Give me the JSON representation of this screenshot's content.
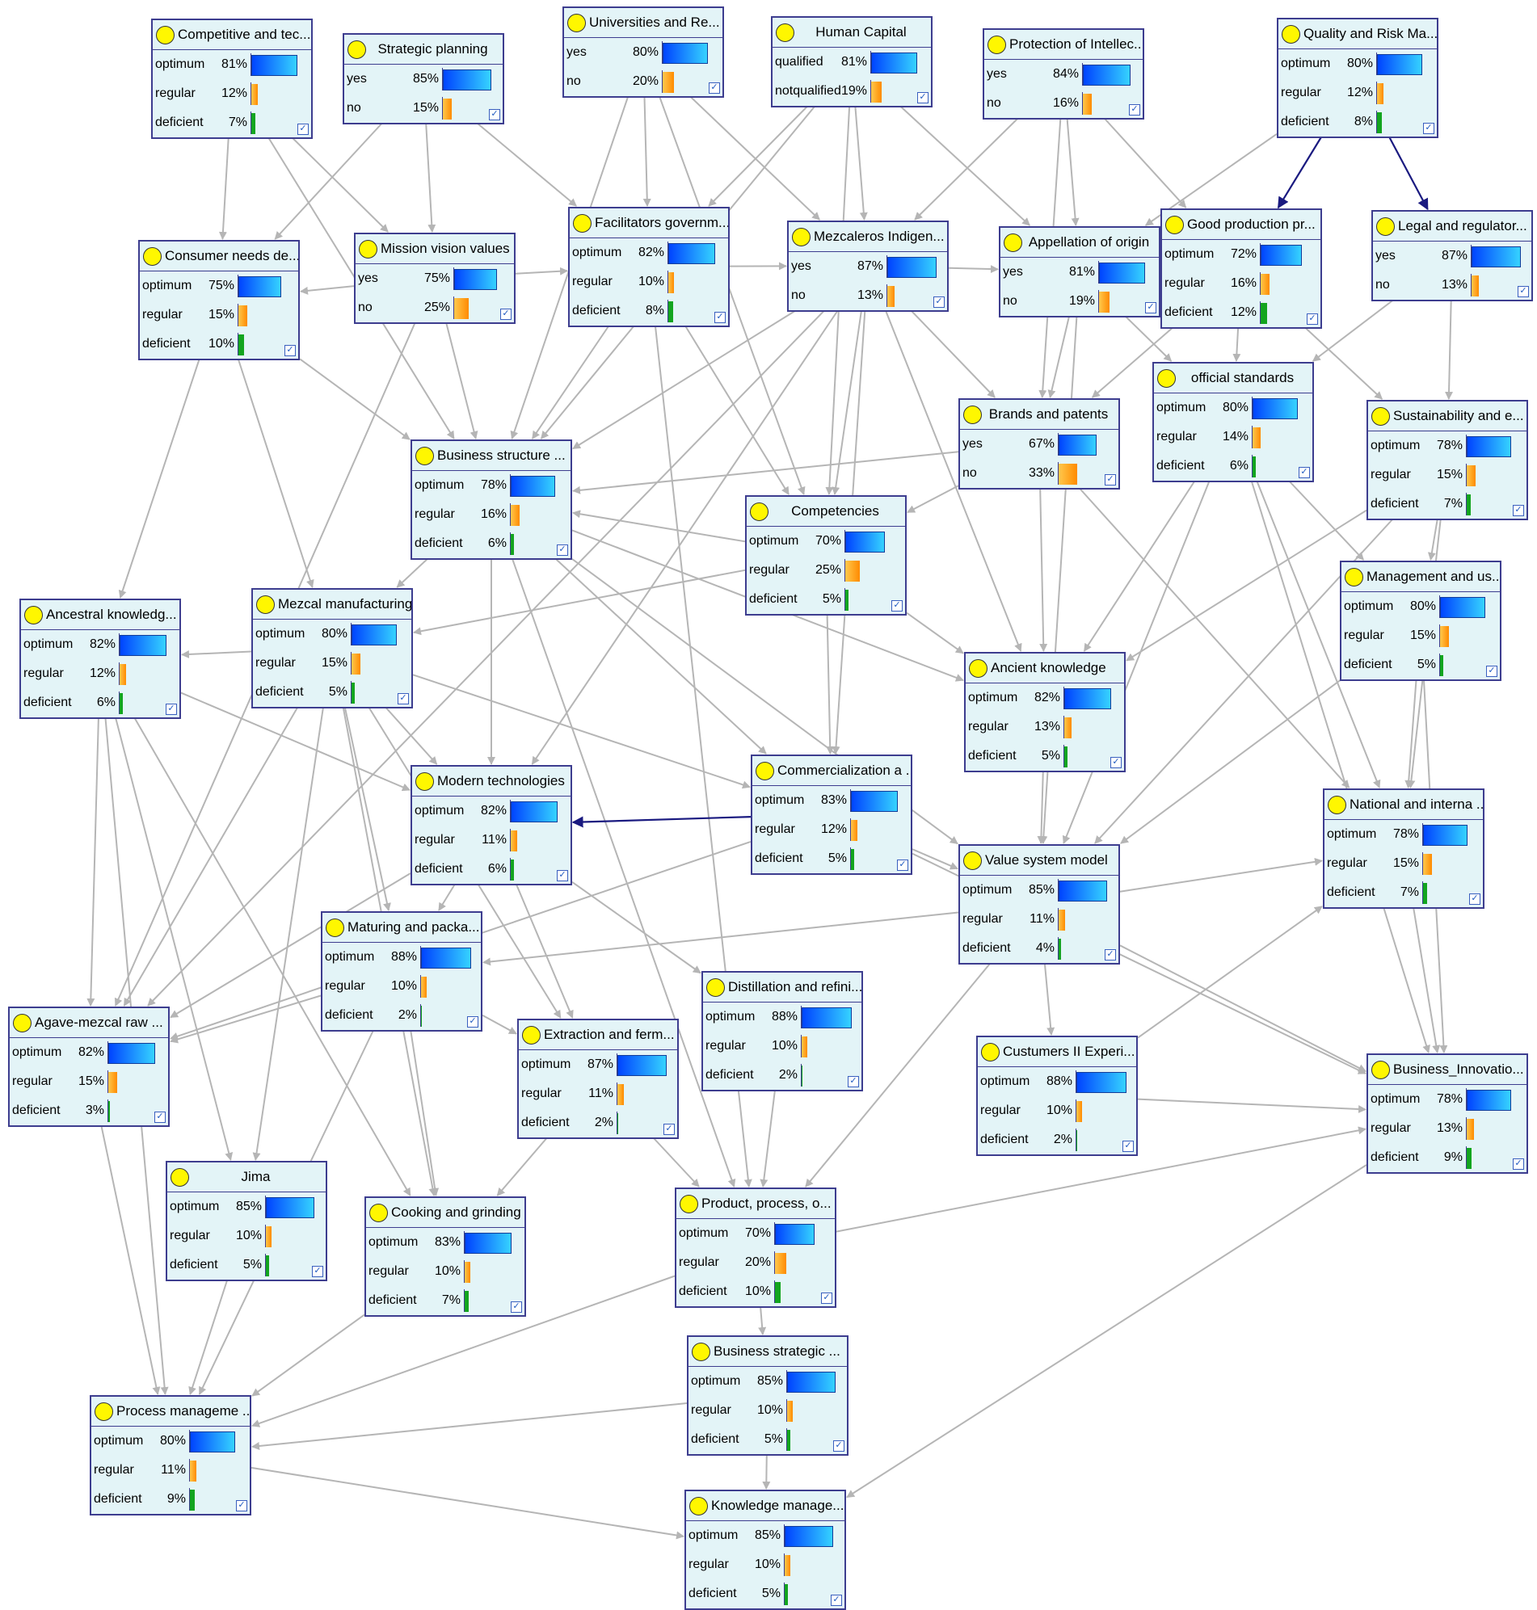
{
  "nodes": [
    {
      "id": "n0",
      "title": "Competitive and tec...",
      "states": [
        {
          "label": "optimum",
          "value": 81
        },
        {
          "label": "regular",
          "value": 12
        },
        {
          "label": "deficient",
          "value": 7
        }
      ]
    },
    {
      "id": "n1",
      "title": "Strategic planning",
      "states": [
        {
          "label": "yes",
          "value": 85
        },
        {
          "label": "no",
          "value": 15
        }
      ]
    },
    {
      "id": "n2",
      "title": "Universities and Re...",
      "states": [
        {
          "label": "yes",
          "value": 80
        },
        {
          "label": "no",
          "value": 20
        }
      ]
    },
    {
      "id": "n3",
      "title": "Human Capital",
      "states": [
        {
          "label": "qualified",
          "value": 81
        },
        {
          "label": "notqualified",
          "value": 19
        }
      ]
    },
    {
      "id": "n4",
      "title": "Protection of Intellec...",
      "states": [
        {
          "label": "yes",
          "value": 84
        },
        {
          "label": "no",
          "value": 16
        }
      ]
    },
    {
      "id": "n5",
      "title": "Quality and Risk Ma...",
      "states": [
        {
          "label": "optimum",
          "value": 80
        },
        {
          "label": "regular",
          "value": 12
        },
        {
          "label": "deficient",
          "value": 8
        }
      ]
    },
    {
      "id": "n6",
      "title": "Consumer needs de...",
      "states": [
        {
          "label": "optimum",
          "value": 75
        },
        {
          "label": "regular",
          "value": 15
        },
        {
          "label": "deficient",
          "value": 10
        }
      ]
    },
    {
      "id": "n7",
      "title": "Mission vision values",
      "states": [
        {
          "label": "yes",
          "value": 75
        },
        {
          "label": "no",
          "value": 25
        }
      ]
    },
    {
      "id": "n8",
      "title": "Facilitators governm...",
      "states": [
        {
          "label": "optimum",
          "value": 82
        },
        {
          "label": "regular",
          "value": 10
        },
        {
          "label": "deficient",
          "value": 8
        }
      ]
    },
    {
      "id": "n9",
      "title": "Mezcaleros Indigen...",
      "states": [
        {
          "label": "yes",
          "value": 87
        },
        {
          "label": "no",
          "value": 13
        }
      ]
    },
    {
      "id": "n10",
      "title": "Appellation of origin",
      "states": [
        {
          "label": "yes",
          "value": 81
        },
        {
          "label": "no",
          "value": 19
        }
      ]
    },
    {
      "id": "n11",
      "title": "Good production pr...",
      "states": [
        {
          "label": "optimum",
          "value": 72
        },
        {
          "label": "regular",
          "value": 16
        },
        {
          "label": "deficient",
          "value": 12
        }
      ]
    },
    {
      "id": "n12",
      "title": "Legal and regulator...",
      "states": [
        {
          "label": "yes",
          "value": 87
        },
        {
          "label": "no",
          "value": 13
        }
      ]
    },
    {
      "id": "n13",
      "title": "official standards",
      "states": [
        {
          "label": "optimum",
          "value": 80
        },
        {
          "label": "regular",
          "value": 14
        },
        {
          "label": "deficient",
          "value": 6
        }
      ]
    },
    {
      "id": "n14",
      "title": "Brands and patents",
      "states": [
        {
          "label": "yes",
          "value": 67
        },
        {
          "label": "no",
          "value": 33
        }
      ]
    },
    {
      "id": "n15",
      "title": "Sustainability and e...",
      "states": [
        {
          "label": "optimum",
          "value": 78
        },
        {
          "label": "regular",
          "value": 15
        },
        {
          "label": "deficient",
          "value": 7
        }
      ]
    },
    {
      "id": "n16",
      "title": "Business structure ...",
      "states": [
        {
          "label": "optimum",
          "value": 78
        },
        {
          "label": "regular",
          "value": 16
        },
        {
          "label": "deficient",
          "value": 6
        }
      ]
    },
    {
      "id": "n17",
      "title": "Competencies",
      "states": [
        {
          "label": "optimum",
          "value": 70
        },
        {
          "label": "regular",
          "value": 25
        },
        {
          "label": "deficient",
          "value": 5
        }
      ]
    },
    {
      "id": "n18",
      "title": "Ancestral knowledg...",
      "states": [
        {
          "label": "optimum",
          "value": 82
        },
        {
          "label": "regular",
          "value": 12
        },
        {
          "label": "deficient",
          "value": 6
        }
      ]
    },
    {
      "id": "n19",
      "title": "Mezcal manufacturing",
      "states": [
        {
          "label": "optimum",
          "value": 80
        },
        {
          "label": "regular",
          "value": 15
        },
        {
          "label": "deficient",
          "value": 5
        }
      ]
    },
    {
      "id": "n20",
      "title": "Management and us...",
      "states": [
        {
          "label": "optimum",
          "value": 80
        },
        {
          "label": "regular",
          "value": 15
        },
        {
          "label": "deficient",
          "value": 5
        }
      ]
    },
    {
      "id": "n21",
      "title": "Ancient knowledge",
      "states": [
        {
          "label": "optimum",
          "value": 82
        },
        {
          "label": "regular",
          "value": 13
        },
        {
          "label": "deficient",
          "value": 5
        }
      ]
    },
    {
      "id": "n22",
      "title": "Modern technologies",
      "states": [
        {
          "label": "optimum",
          "value": 82
        },
        {
          "label": "regular",
          "value": 11
        },
        {
          "label": "deficient",
          "value": 6
        }
      ]
    },
    {
      "id": "n23",
      "title": "Commercialization a ...",
      "states": [
        {
          "label": "optimum",
          "value": 83
        },
        {
          "label": "regular",
          "value": 12
        },
        {
          "label": "deficient",
          "value": 5
        }
      ]
    },
    {
      "id": "n24",
      "title": "National and interna ...",
      "states": [
        {
          "label": "optimum",
          "value": 78
        },
        {
          "label": "regular",
          "value": 15
        },
        {
          "label": "deficient",
          "value": 7
        }
      ]
    },
    {
      "id": "n25",
      "title": "Value system model",
      "states": [
        {
          "label": "optimum",
          "value": 85
        },
        {
          "label": "regular",
          "value": 11
        },
        {
          "label": "deficient",
          "value": 4
        }
      ]
    },
    {
      "id": "n26",
      "title": "Maturing and packa...",
      "states": [
        {
          "label": "optimum",
          "value": 88
        },
        {
          "label": "regular",
          "value": 10
        },
        {
          "label": "deficient",
          "value": 2
        }
      ]
    },
    {
      "id": "n27",
      "title": "Distillation and refini...",
      "states": [
        {
          "label": "optimum",
          "value": 88
        },
        {
          "label": "regular",
          "value": 10
        },
        {
          "label": "deficient",
          "value": 2
        }
      ]
    },
    {
      "id": "n28",
      "title": "Agave-mezcal raw ...",
      "states": [
        {
          "label": "optimum",
          "value": 82
        },
        {
          "label": "regular",
          "value": 15
        },
        {
          "label": "deficient",
          "value": 3
        }
      ]
    },
    {
      "id": "n29",
      "title": "Extraction and ferm...",
      "states": [
        {
          "label": "optimum",
          "value": 87
        },
        {
          "label": "regular",
          "value": 11
        },
        {
          "label": "deficient",
          "value": 2
        }
      ]
    },
    {
      "id": "n30",
      "title": "Custumers II Experi...",
      "states": [
        {
          "label": "optimum",
          "value": 88
        },
        {
          "label": "regular",
          "value": 10
        },
        {
          "label": "deficient",
          "value": 2
        }
      ]
    },
    {
      "id": "n31",
      "title": "Business_Innovatio...",
      "states": [
        {
          "label": "optimum",
          "value": 78
        },
        {
          "label": "regular",
          "value": 13
        },
        {
          "label": "deficient",
          "value": 9
        }
      ]
    },
    {
      "id": "n32",
      "title": "Jima",
      "states": [
        {
          "label": "optimum",
          "value": 85
        },
        {
          "label": "regular",
          "value": 10
        },
        {
          "label": "deficient",
          "value": 5
        }
      ]
    },
    {
      "id": "n33",
      "title": "Cooking and grinding",
      "states": [
        {
          "label": "optimum",
          "value": 83
        },
        {
          "label": "regular",
          "value": 10
        },
        {
          "label": "deficient",
          "value": 7
        }
      ]
    },
    {
      "id": "n34",
      "title": "Product, process, o...",
      "states": [
        {
          "label": "optimum",
          "value": 70
        },
        {
          "label": "regular",
          "value": 20
        },
        {
          "label": "deficient",
          "value": 10
        }
      ]
    },
    {
      "id": "n35",
      "title": "Business strategic ...",
      "states": [
        {
          "label": "optimum",
          "value": 85
        },
        {
          "label": "regular",
          "value": 10
        },
        {
          "label": "deficient",
          "value": 5
        }
      ]
    },
    {
      "id": "n36",
      "title": "Process manageme ...",
      "states": [
        {
          "label": "optimum",
          "value": 80
        },
        {
          "label": "regular",
          "value": 11
        },
        {
          "label": "deficient",
          "value": 9
        }
      ]
    },
    {
      "id": "n37",
      "title": "Knowledge manage...",
      "states": [
        {
          "label": "optimum",
          "value": 85
        },
        {
          "label": "regular",
          "value": 10
        },
        {
          "label": "deficient",
          "value": 5
        }
      ]
    }
  ],
  "edges": [
    [
      "n0",
      "n6"
    ],
    [
      "n0",
      "n7"
    ],
    [
      "n0",
      "n16"
    ],
    [
      "n1",
      "n6"
    ],
    [
      "n1",
      "n7"
    ],
    [
      "n1",
      "n8"
    ],
    [
      "n2",
      "n8"
    ],
    [
      "n2",
      "n9"
    ],
    [
      "n2",
      "n16"
    ],
    [
      "n2",
      "n17"
    ],
    [
      "n3",
      "n8"
    ],
    [
      "n3",
      "n9"
    ],
    [
      "n3",
      "n10"
    ],
    [
      "n3",
      "n16"
    ],
    [
      "n3",
      "n17"
    ],
    [
      "n4",
      "n9"
    ],
    [
      "n4",
      "n10"
    ],
    [
      "n4",
      "n11"
    ],
    [
      "n4",
      "n14"
    ],
    [
      "n5",
      "n11",
      "dark"
    ],
    [
      "n5",
      "n12",
      "dark"
    ],
    [
      "n5",
      "n10"
    ],
    [
      "n7",
      "n6"
    ],
    [
      "n7",
      "n8"
    ],
    [
      "n7",
      "n16"
    ],
    [
      "n7",
      "n28"
    ],
    [
      "n6",
      "n16"
    ],
    [
      "n6",
      "n18"
    ],
    [
      "n6",
      "n19"
    ],
    [
      "n8",
      "n9"
    ],
    [
      "n8",
      "n16"
    ],
    [
      "n8",
      "n17"
    ],
    [
      "n8",
      "n34"
    ],
    [
      "n9",
      "n10"
    ],
    [
      "n9",
      "n14"
    ],
    [
      "n9",
      "n16"
    ],
    [
      "n9",
      "n17"
    ],
    [
      "n9",
      "n21"
    ],
    [
      "n9",
      "n22"
    ],
    [
      "n9",
      "n23"
    ],
    [
      "n9",
      "n28"
    ],
    [
      "n10",
      "n14"
    ],
    [
      "n10",
      "n13"
    ],
    [
      "n10",
      "n25"
    ],
    [
      "n11",
      "n13"
    ],
    [
      "n11",
      "n15"
    ],
    [
      "n11",
      "n14"
    ],
    [
      "n12",
      "n13"
    ],
    [
      "n12",
      "n15"
    ],
    [
      "n13",
      "n20"
    ],
    [
      "n13",
      "n21"
    ],
    [
      "n13",
      "n24"
    ],
    [
      "n13",
      "n31"
    ],
    [
      "n13",
      "n25"
    ],
    [
      "n14",
      "n16"
    ],
    [
      "n14",
      "n17"
    ],
    [
      "n14",
      "n21"
    ],
    [
      "n14",
      "n24"
    ],
    [
      "n15",
      "n20"
    ],
    [
      "n15",
      "n24"
    ],
    [
      "n15",
      "n21"
    ],
    [
      "n15",
      "n25"
    ],
    [
      "n16",
      "n19"
    ],
    [
      "n16",
      "n22"
    ],
    [
      "n16",
      "n23"
    ],
    [
      "n16",
      "n25"
    ],
    [
      "n16",
      "n34"
    ],
    [
      "n16",
      "n21"
    ],
    [
      "n17",
      "n16"
    ],
    [
      "n17",
      "n19"
    ],
    [
      "n17",
      "n21"
    ],
    [
      "n17",
      "n23"
    ],
    [
      "n19",
      "n18"
    ],
    [
      "n19",
      "n22"
    ],
    [
      "n19",
      "n26"
    ],
    [
      "n19",
      "n28"
    ],
    [
      "n19",
      "n29"
    ],
    [
      "n19",
      "n32"
    ],
    [
      "n19",
      "n33"
    ],
    [
      "n19",
      "n23"
    ],
    [
      "n18",
      "n22"
    ],
    [
      "n18",
      "n28"
    ],
    [
      "n18",
      "n32"
    ],
    [
      "n18",
      "n33"
    ],
    [
      "n18",
      "n36"
    ],
    [
      "n20",
      "n24"
    ],
    [
      "n20",
      "n25"
    ],
    [
      "n20",
      "n31"
    ],
    [
      "n21",
      "n25"
    ],
    [
      "n22",
      "n26"
    ],
    [
      "n22",
      "n27"
    ],
    [
      "n22",
      "n29"
    ],
    [
      "n22",
      "n28"
    ],
    [
      "n23",
      "n22",
      "dark"
    ],
    [
      "n23",
      "n25"
    ],
    [
      "n23",
      "n31"
    ],
    [
      "n23",
      "n28"
    ],
    [
      "n25",
      "n24"
    ],
    [
      "n25",
      "n30"
    ],
    [
      "n25",
      "n31"
    ],
    [
      "n25",
      "n34"
    ],
    [
      "n25",
      "n26"
    ],
    [
      "n24",
      "n31"
    ],
    [
      "n26",
      "n28"
    ],
    [
      "n26",
      "n29"
    ],
    [
      "n26",
      "n33"
    ],
    [
      "n26",
      "n36"
    ],
    [
      "n27",
      "n34"
    ],
    [
      "n29",
      "n33"
    ],
    [
      "n29",
      "n34"
    ],
    [
      "n30",
      "n31"
    ],
    [
      "n30",
      "n24"
    ],
    [
      "n28",
      "n36"
    ],
    [
      "n32",
      "n36"
    ],
    [
      "n33",
      "n36"
    ],
    [
      "n34",
      "n35"
    ],
    [
      "n34",
      "n31"
    ],
    [
      "n34",
      "n36"
    ],
    [
      "n35",
      "n36"
    ],
    [
      "n35",
      "n37"
    ],
    [
      "n36",
      "n37"
    ],
    [
      "n31",
      "n37"
    ]
  ],
  "colors": {
    "node_fill": "#e3f4f7",
    "node_border": "#3d3d8f",
    "node_dot": "#fff700",
    "edge": "#b5b5b5",
    "edge_dark": "#1a1a80",
    "bar_state1": "#0044ff",
    "bar_state2": "#ff9a00",
    "bar_state3": "#13a51f"
  }
}
